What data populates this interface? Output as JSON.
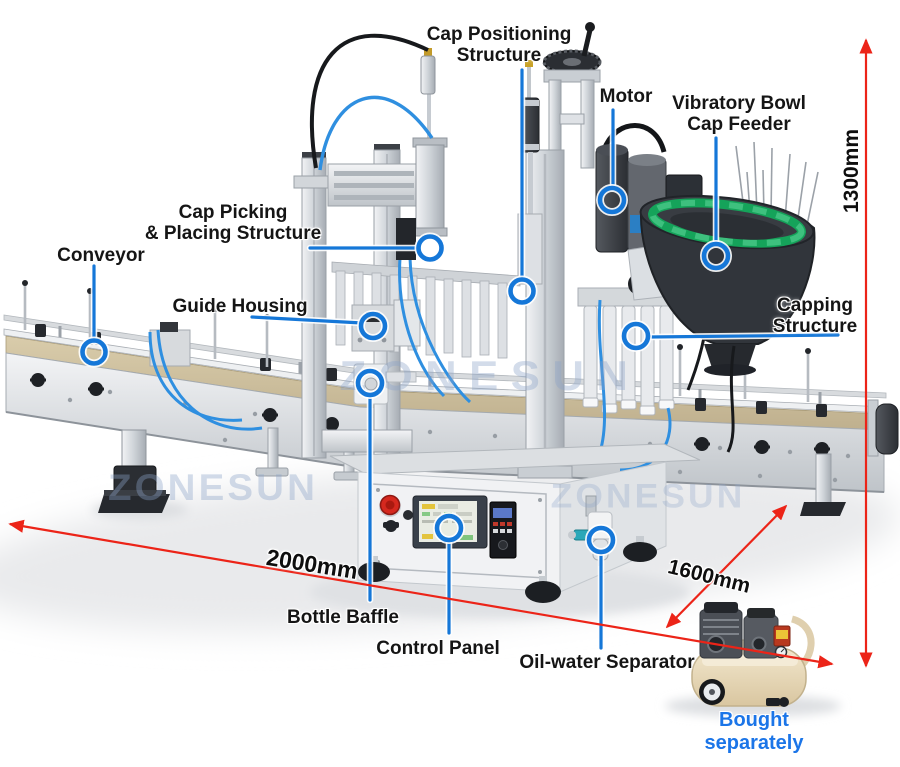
{
  "watermark": "ZONESUN",
  "callout_labels": {
    "cap_positioning": "Cap Positioning\nStructure",
    "motor": "Motor",
    "vibratory_bowl": "Vibratory Bowl\nCap Feeder",
    "cap_picking": "Cap Picking\n& Placing Structure",
    "conveyor": "Conveyor",
    "guide_housing": "Guide Housing",
    "capping_structure": "Capping\nStructure",
    "bottle_baffle": "Bottle Baffle",
    "control_panel": "Control Panel",
    "oil_water_separator": "Oil-water Separator"
  },
  "dimension_labels": {
    "height": "1300mm",
    "front_edge": "2000mm",
    "side_edge": "1600mm"
  },
  "note": {
    "bought_separately": "Bought separately"
  },
  "colors": {
    "callout_blue": "#1577d8",
    "dimension_red": "#ec2418",
    "note_blue": "#1b75e8",
    "bowl_green": "#15a35a"
  }
}
